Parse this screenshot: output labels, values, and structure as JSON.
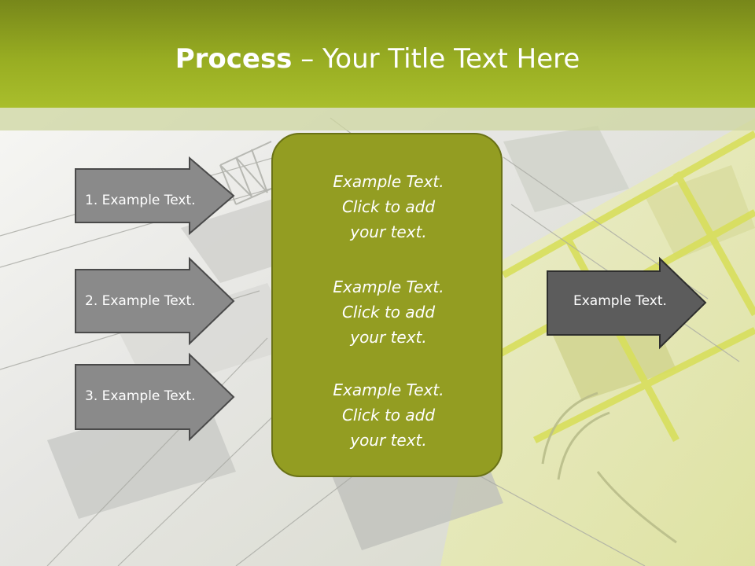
{
  "title": {
    "bold": "Process",
    "rest": " – Your Title Text Here"
  },
  "left_arrows": [
    {
      "label": "1. Example Text."
    },
    {
      "label": "2. Example Text."
    },
    {
      "label": "3. Example Text."
    }
  ],
  "center_box": {
    "blocks": [
      {
        "lines": [
          "Example Text.",
          "Click  to add",
          "your text."
        ]
      },
      {
        "lines": [
          "Example Text.",
          "Click  to add",
          "your text."
        ]
      },
      {
        "lines": [
          "Example Text.",
          "Click  to add",
          "your text."
        ]
      }
    ]
  },
  "right_arrow": {
    "label": "Example Text."
  },
  "colors": {
    "title_bar": "#98ad22",
    "center_box": "#939d22",
    "left_arrow": "#8a8a8a",
    "right_arrow": "#5c5c5c"
  }
}
